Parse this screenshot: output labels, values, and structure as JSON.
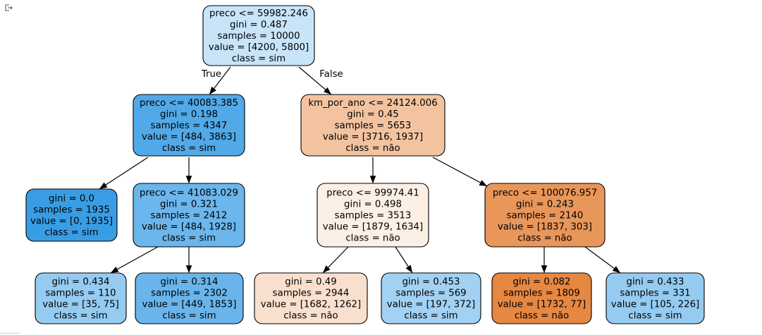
{
  "cell": {
    "output_icon": "output-arrow-icon"
  },
  "tree": {
    "edge_labels": {
      "true_label": "True",
      "false_label": "False"
    },
    "colors": {
      "sim": "#399de5",
      "nao": "#e58139",
      "border": "#000000"
    },
    "nodes": [
      {
        "id": "root",
        "class_key": "sim",
        "impurity": 0.487,
        "lines": [
          "preco <= 59982.246",
          "gini = 0.487",
          "samples = 10000",
          "value = [4200, 5800]",
          "class = sim"
        ]
      },
      {
        "id": "n1",
        "class_key": "sim",
        "impurity": 0.198,
        "lines": [
          "preco <= 40083.385",
          "gini = 0.198",
          "samples = 4347",
          "value = [484, 3863]",
          "class = sim"
        ]
      },
      {
        "id": "n2",
        "class_key": "nao",
        "impurity": 0.45,
        "lines": [
          "km_por_ano <= 24124.006",
          "gini = 0.45",
          "samples = 5653",
          "value = [3716, 1937]",
          "class = não"
        ]
      },
      {
        "id": "n3",
        "class_key": "sim",
        "impurity": 0.0,
        "lines": [
          "gini = 0.0",
          "samples = 1935",
          "value = [0, 1935]",
          "class = sim"
        ]
      },
      {
        "id": "n4",
        "class_key": "sim",
        "impurity": 0.321,
        "lines": [
          "preco <= 41083.029",
          "gini = 0.321",
          "samples = 2412",
          "value = [484, 1928]",
          "class = sim"
        ]
      },
      {
        "id": "n5",
        "class_key": "nao",
        "impurity": 0.498,
        "lines": [
          "preco <= 99974.41",
          "gini = 0.498",
          "samples = 3513",
          "value = [1879, 1634]",
          "class = não"
        ]
      },
      {
        "id": "n6",
        "class_key": "nao",
        "impurity": 0.243,
        "lines": [
          "preco <= 100076.957",
          "gini = 0.243",
          "samples = 2140",
          "value = [1837, 303]",
          "class = não"
        ]
      },
      {
        "id": "n7",
        "class_key": "sim",
        "impurity": 0.434,
        "lines": [
          "gini = 0.434",
          "samples = 110",
          "value = [35, 75]",
          "class = sim"
        ]
      },
      {
        "id": "n8",
        "class_key": "sim",
        "impurity": 0.314,
        "lines": [
          "gini = 0.314",
          "samples = 2302",
          "value = [449, 1853]",
          "class = sim"
        ]
      },
      {
        "id": "n9",
        "class_key": "nao",
        "impurity": 0.49,
        "lines": [
          "gini = 0.49",
          "samples = 2944",
          "value = [1682, 1262]",
          "class = não"
        ]
      },
      {
        "id": "n10",
        "class_key": "sim",
        "impurity": 0.453,
        "lines": [
          "gini = 0.453",
          "samples = 569",
          "value = [197, 372]",
          "class = sim"
        ]
      },
      {
        "id": "n11",
        "class_key": "nao",
        "impurity": 0.082,
        "lines": [
          "gini = 0.082",
          "samples = 1809",
          "value = [1732, 77]",
          "class = não"
        ]
      },
      {
        "id": "n12",
        "class_key": "sim",
        "impurity": 0.433,
        "lines": [
          "gini = 0.433",
          "samples = 331",
          "value = [105, 226]",
          "class = sim"
        ]
      }
    ],
    "edges": [
      {
        "from": "root",
        "to": "n1",
        "label": "true_label"
      },
      {
        "from": "root",
        "to": "n2",
        "label": "false_label"
      },
      {
        "from": "n1",
        "to": "n3"
      },
      {
        "from": "n1",
        "to": "n4"
      },
      {
        "from": "n2",
        "to": "n5"
      },
      {
        "from": "n2",
        "to": "n6"
      },
      {
        "from": "n4",
        "to": "n7"
      },
      {
        "from": "n4",
        "to": "n8"
      },
      {
        "from": "n5",
        "to": "n9"
      },
      {
        "from": "n5",
        "to": "n10"
      },
      {
        "from": "n6",
        "to": "n11"
      },
      {
        "from": "n6",
        "to": "n12"
      }
    ]
  }
}
